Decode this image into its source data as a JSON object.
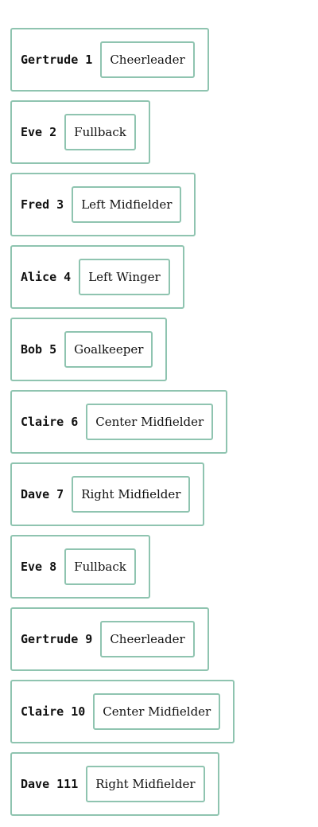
{
  "players": [
    {
      "name": "Gertrude 1",
      "role": "Cheerleader"
    },
    {
      "name": "Eve 2",
      "role": "Fullback"
    },
    {
      "name": "Fred 3",
      "role": "Left Midfielder"
    },
    {
      "name": "Alice 4",
      "role": "Left Winger"
    },
    {
      "name": "Bob 5",
      "role": "Goalkeeper"
    },
    {
      "name": "Claire 6",
      "role": "Center Midfielder"
    },
    {
      "name": "Dave 7",
      "role": "Right Midfielder"
    },
    {
      "name": "Eve 8",
      "role": "Fullback"
    },
    {
      "name": "Gertrude 9",
      "role": "Cheerleader"
    },
    {
      "name": "Claire 10",
      "role": "Center Midfielder"
    },
    {
      "name": "Dave 111",
      "role": "Right Midfielder"
    }
  ],
  "colors": {
    "border": "#8fc4b0",
    "text": "#111111"
  }
}
